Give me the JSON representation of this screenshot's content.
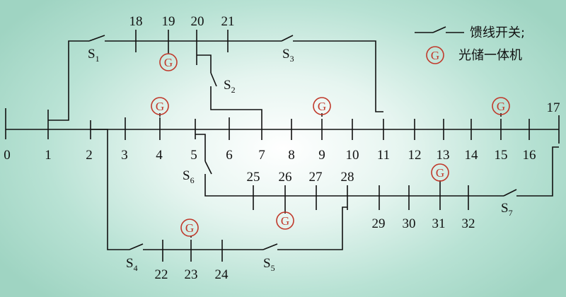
{
  "nodes": {
    "n0": "0",
    "n1": "1",
    "n2": "2",
    "n3": "3",
    "n4": "4",
    "n5": "5",
    "n6": "6",
    "n7": "7",
    "n8": "8",
    "n9": "9",
    "n10": "10",
    "n11": "11",
    "n12": "12",
    "n13": "13",
    "n14": "14",
    "n15": "15",
    "n16": "16",
    "n17": "17",
    "n18": "18",
    "n19": "19",
    "n20": "20",
    "n21": "21",
    "n22": "22",
    "n23": "23",
    "n24": "24",
    "n25": "25",
    "n26": "26",
    "n27": "27",
    "n28": "28",
    "n29": "29",
    "n30": "30",
    "n31": "31",
    "n32": "32"
  },
  "switches": {
    "s1": {
      "base": "S",
      "sub": "1"
    },
    "s2": {
      "base": "S",
      "sub": "2"
    },
    "s3": {
      "base": "S",
      "sub": "3"
    },
    "s4": {
      "base": "S",
      "sub": "4"
    },
    "s5": {
      "base": "S",
      "sub": "5"
    },
    "s6": {
      "base": "S",
      "sub": "6"
    },
    "s7": {
      "base": "S",
      "sub": "7"
    }
  },
  "generator_symbol": "G",
  "legend": {
    "switch_label": "馈线开关;",
    "generator_label": "光储一体机"
  },
  "colors": {
    "line": "#111111",
    "generator": "#c0392b"
  }
}
